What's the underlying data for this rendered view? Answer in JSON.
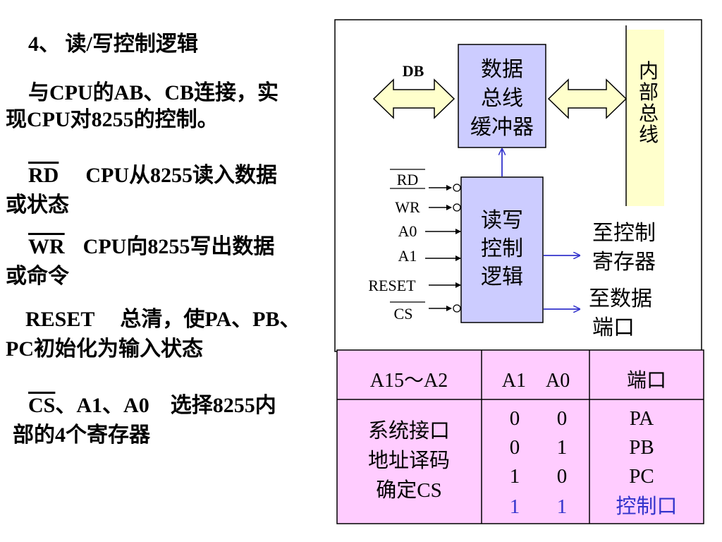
{
  "left_text": {
    "heading": "4、 读/写控制逻辑",
    "p1_line1": "与CPU的AB、CB连接，实",
    "p1_line2": "现CPU对8255的控制。",
    "rd_label": "RD",
    "rd_desc": "CPU从8255读入数据",
    "rd_line2": "或状态",
    "wr_label": "WR",
    "wr_desc": "CPU向8255写出数据",
    "wr_line2": "或命令",
    "reset_label": "RESET",
    "reset_desc": "总清，使PA、PB、",
    "reset_line2": "PC初始化为输入状态",
    "cs_label": "CS",
    "cs_desc": "、A1、A0　选择8255内",
    "cs_line2": "部的4个寄存器"
  },
  "diagram": {
    "db_label": "DB",
    "buffer_lines": [
      "数据",
      "总线",
      "缓冲器"
    ],
    "bus_chars": [
      "内",
      "部",
      "总",
      "线"
    ],
    "rw_lines": [
      "读写",
      "控制",
      "逻辑"
    ],
    "signals": [
      "RD",
      "WR",
      "A0",
      "A1",
      "RESET",
      "CS"
    ],
    "to_ctrl": [
      "至控制",
      "寄存器"
    ],
    "to_data": [
      "至数据",
      "端口"
    ]
  },
  "table": {
    "headers": [
      "A15～A2",
      "A1　A0",
      "端口"
    ],
    "decode_lines": [
      "系统接口",
      "地址译码",
      "确定CS"
    ],
    "rows": [
      {
        "a1": "0",
        "a0": "0",
        "port": "PA"
      },
      {
        "a1": "0",
        "a0": "1",
        "port": "PB"
      },
      {
        "a1": "1",
        "a0": "0",
        "port": "PC"
      },
      {
        "a1": "1",
        "a0": "1",
        "port": "控制口"
      }
    ]
  },
  "colors": {
    "block_fill": "#ccccff",
    "bus_fill": "#ffffcc",
    "table_fill": "#ffccff",
    "accent_text": "#3333cc",
    "arrow": "#3333cc"
  }
}
